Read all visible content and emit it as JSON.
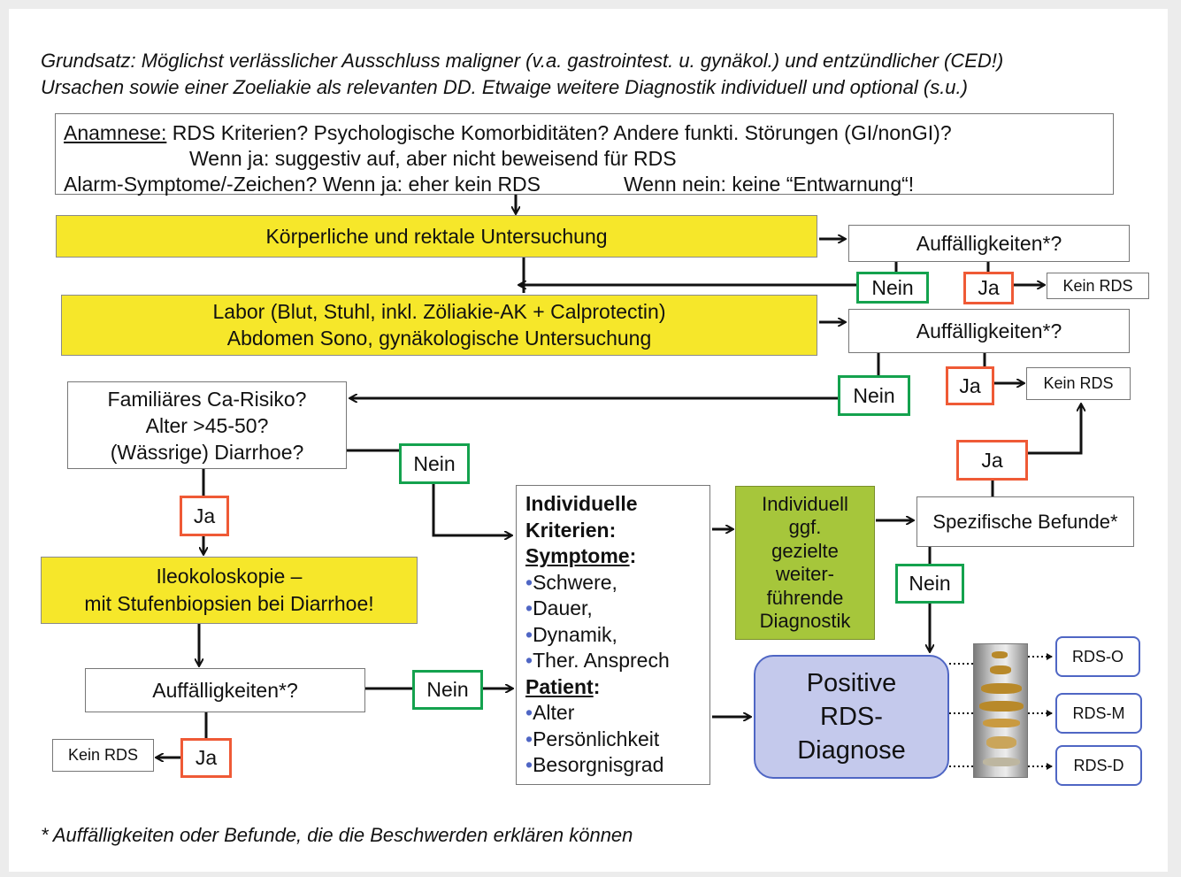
{
  "header": {
    "line1": "Grundsatz: Möglichst verlässlicher Ausschluss maligner (v.a. gastrointest. u. gynäkol.) und entzündlicher (CED!)",
    "line2": "Ursachen sowie einer Zoeliakie als relevanten DD. Etwaige weitere Diagnostik individuell und optional (s.u.)"
  },
  "anamnese": {
    "label": "Anamnese:",
    "line1": " RDS Kriterien?  Psychologische Komorbiditäten? Andere funkti. Störungen (GI/nonGI)?",
    "line2": "Wenn ja: suggestiv auf, aber nicht beweisend für RDS",
    "line3a": "Alarm-Symptome/-Zeichen?  Wenn ja: eher kein RDS",
    "line3b": "Wenn nein: keine “Entwarnung“!"
  },
  "koerperlich": "Körperliche und rektale Untersuchung",
  "labor": {
    "line1": "Labor (Blut, Stuhl, inkl. Zöliakie-AK + Calprotectin)",
    "line2": "Abdomen Sono, gynäkologische Untersuchung"
  },
  "auff1": "Auffälligkeiten*?",
  "auff2": "Auffälligkeiten*?",
  "auff3": "Auffälligkeiten*?",
  "nein1": "Nein",
  "nein2": "Nein",
  "nein3": "Nein",
  "nein4": "Nein",
  "nein5": "Nein",
  "ja1": "Ja",
  "ja2": "Ja",
  "ja3": "Ja",
  "ja4": "Ja",
  "ja5": "Ja",
  "kein1": "Kein RDS",
  "kein2": "Kein RDS",
  "kein3": "Kein RDS",
  "familiaer": {
    "line1": "Familiäres Ca-Risiko?",
    "line2": "Alter >45-50?",
    "line3": "(Wässrige) Diarrhoe?"
  },
  "ileo": {
    "line1": "Ileokoloskopie –",
    "line2": "mit Stufenbiopsien bei Diarrhoe!"
  },
  "kriterien": {
    "title1": "Individuelle",
    "title2": "Kriterien:",
    "symptome": "Symptome",
    "colon": ":",
    "s1": "Schwere,",
    "s2": "Dauer,",
    "s3": "Dynamik,",
    "s4": "Ther. Ansprech",
    "patient": "Patient",
    "p1": "Alter",
    "p2": "Persönlichkeit",
    "p3": "Besorgnisgrad",
    "bullet": "•"
  },
  "individuell": {
    "line1": "Individuell",
    "line2": "ggf.",
    "line3": "gezielte",
    "line4": "weiter-",
    "line5": "führende",
    "line6": "Diagnostik"
  },
  "spezifisch": "Spezifische Befunde*",
  "positive": {
    "line1": "Positive",
    "line2": "RDS-",
    "line3": "Diagnose"
  },
  "rds_o": "RDS-O",
  "rds_m": "RDS-M",
  "rds_d": "RDS-D",
  "footnote": "* Auffälligkeiten oder Befunde, die die Beschwerden erklären können",
  "colors": {
    "yellow": "#f6e72a",
    "green_box": "#a6c63b",
    "green_border": "#14a24e",
    "red_border": "#ef5a36",
    "blue_fill": "#c4c9ec",
    "blue_border": "#4f66c4"
  }
}
